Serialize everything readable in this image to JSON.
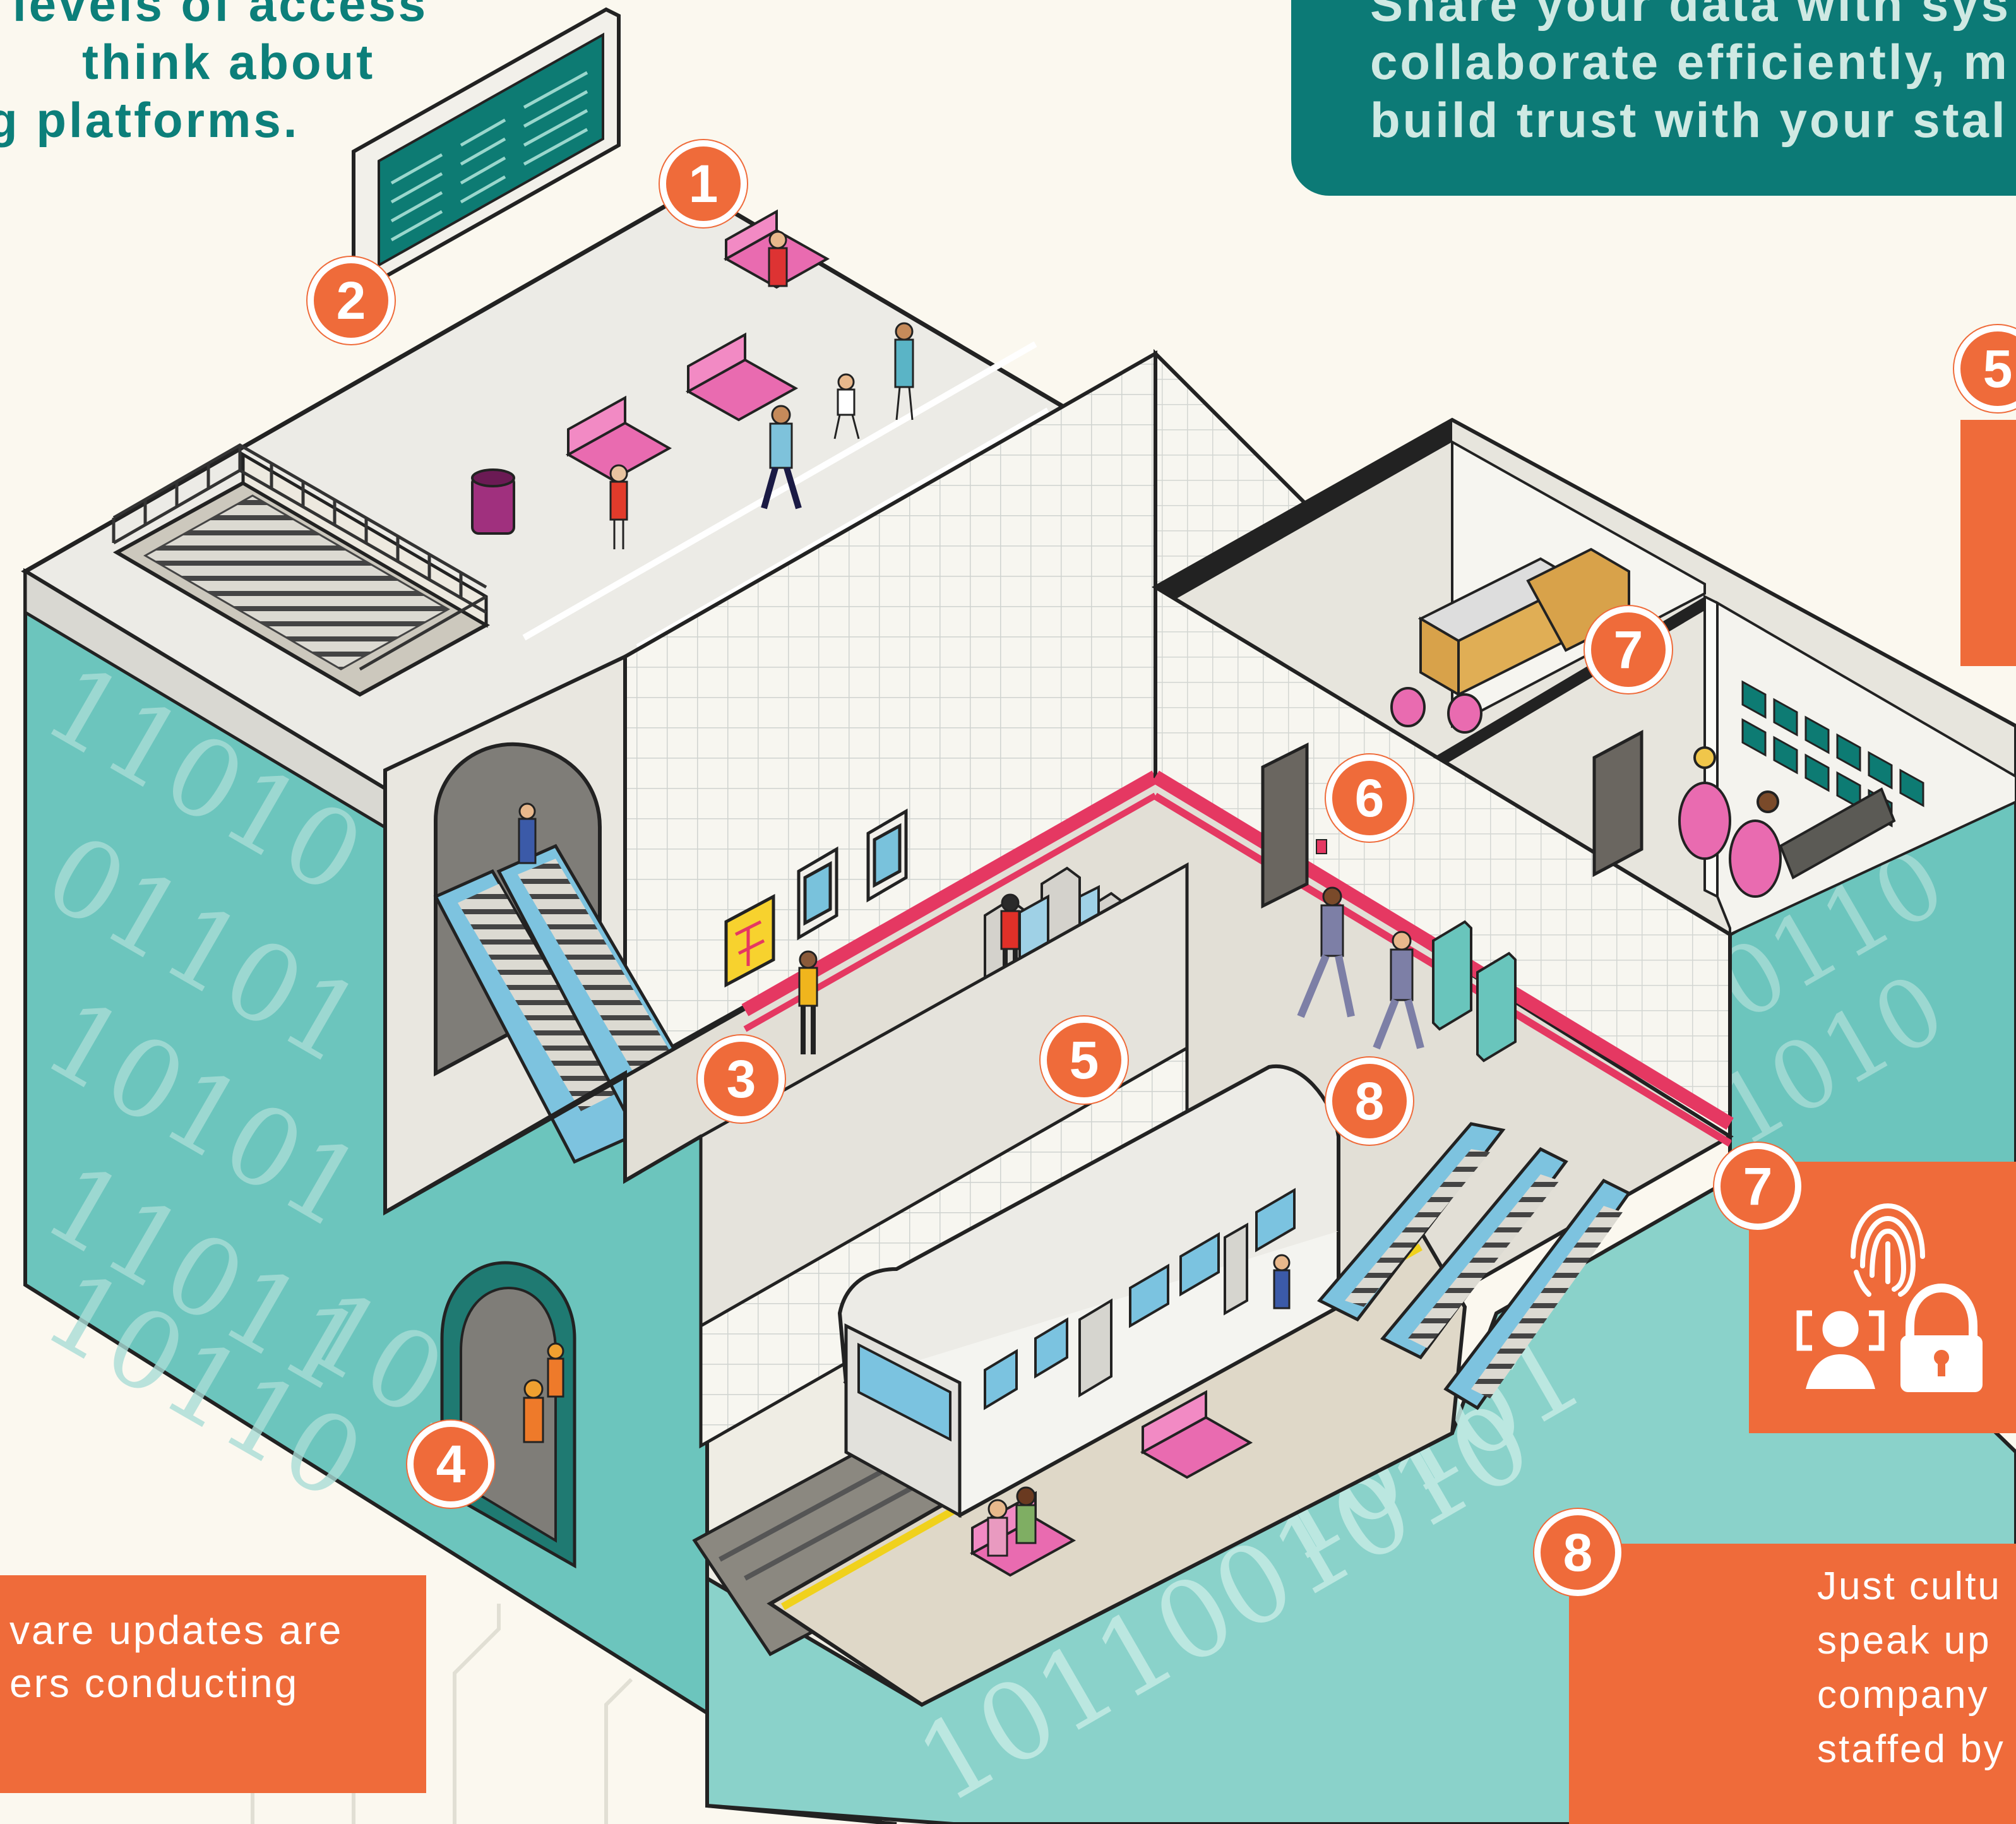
{
  "intro": {
    "lines": [
      "levels of access",
      "think about",
      "g platforms."
    ]
  },
  "share_box": {
    "lines": [
      "Share your data with sys",
      "collaborate efficiently, m",
      "build trust with your stal"
    ]
  },
  "software_box": {
    "lines": [
      "vare updates are",
      "ers conducting"
    ]
  },
  "culture_box": {
    "lines": [
      "Just cultu",
      "speak up",
      "company",
      "staffed by"
    ]
  },
  "badges": {
    "b1": "1",
    "b2": "2",
    "b3": "3",
    "b4": "4",
    "b5": "5",
    "b5_right": "5",
    "b6": "6",
    "b7": "7",
    "b7_right": "7",
    "b8": "8",
    "b8_right": "8"
  },
  "colors": {
    "teal": "#0c7a76",
    "wall_teal": "#6cc5bd",
    "orange": "#ef6b3a",
    "pink": "#e96bb0",
    "background": "#fbf8ef"
  },
  "icons": [
    "fingerprint-icon",
    "face-scan-icon",
    "padlock-icon",
    "scales-of-justice-icon"
  ]
}
